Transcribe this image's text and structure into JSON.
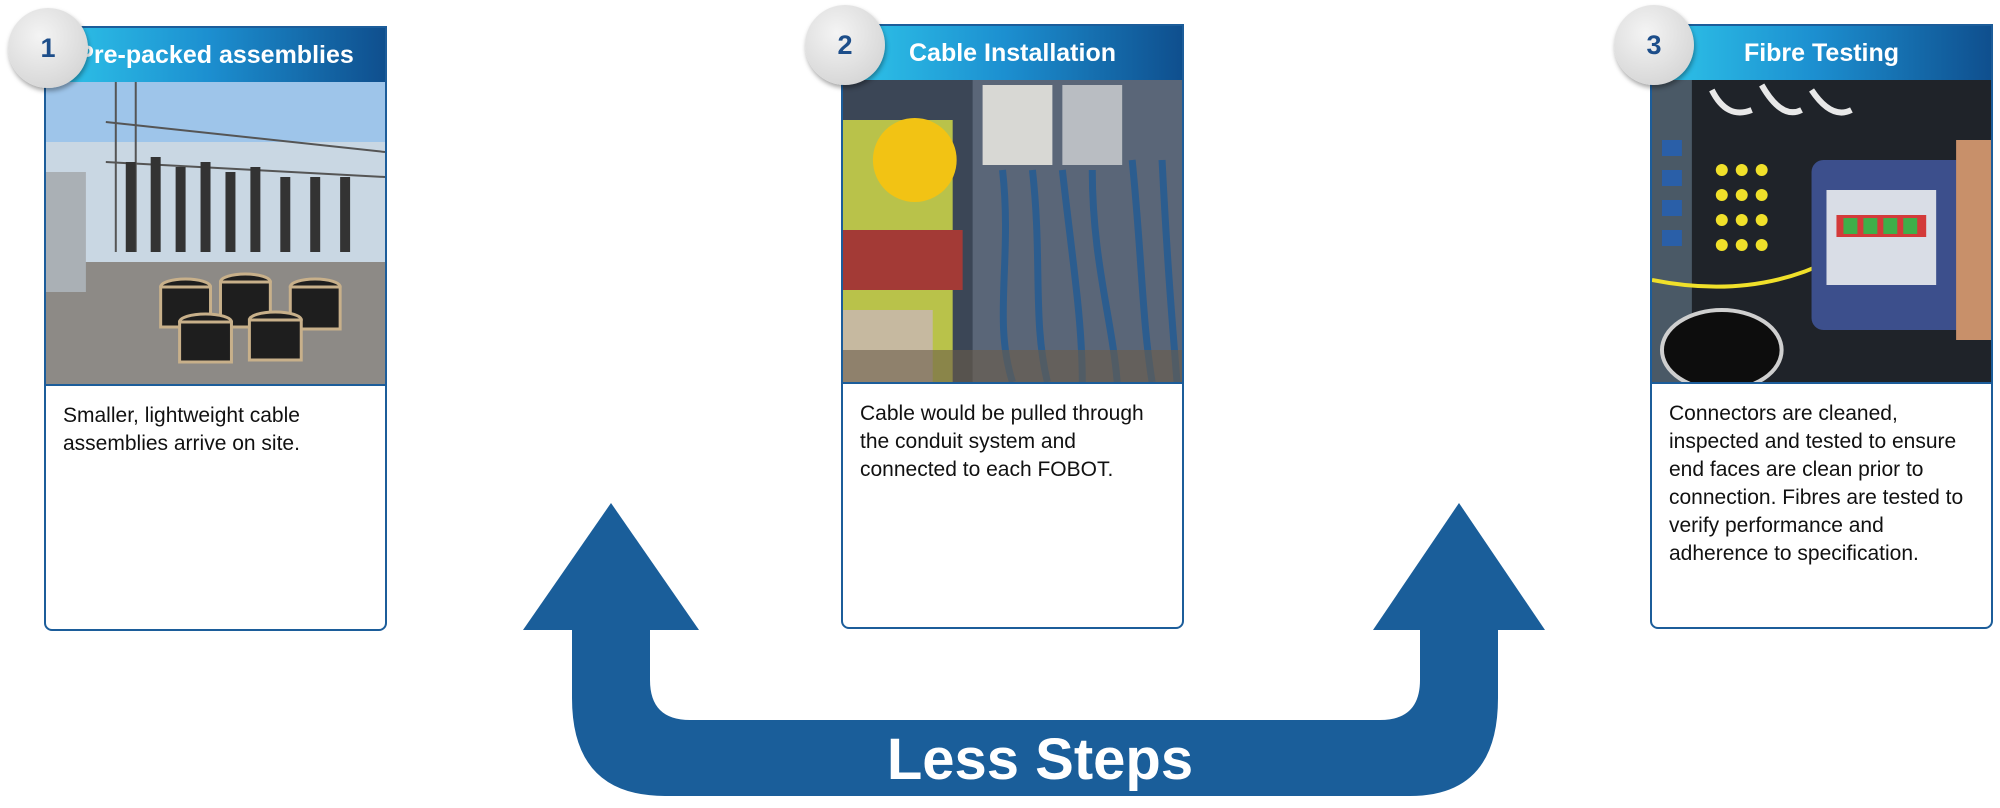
{
  "steps": [
    {
      "number": "1",
      "title": "Pre-packed assemblies",
      "text": "Smaller, lightweight cable assemblies arrive on site."
    },
    {
      "number": "2",
      "title": "Cable Installation",
      "text": "Cable would be pulled through the conduit system and connected to each FOBOT."
    },
    {
      "number": "3",
      "title": "Fibre Testing",
      "text": "Connectors are cleaned, inspected and tested to ensure end faces are clean prior to connection.  Fibres are tested to verify performance and adherence to specification."
    }
  ],
  "footer": {
    "label": "Less Steps"
  },
  "colors": {
    "arrow": "#1a5e9a",
    "border": "#1c5d9a",
    "badge_text": "#1d4e8a"
  }
}
